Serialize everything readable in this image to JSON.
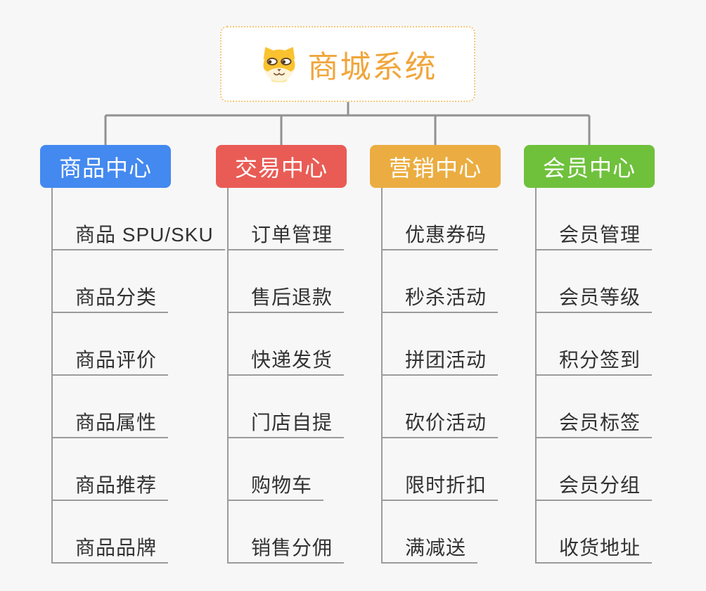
{
  "root": {
    "title": "商城系统",
    "icon": "dog-face-icon"
  },
  "branches": [
    {
      "label": "商品中心",
      "color": "#4389f0",
      "children": [
        "商品 SPU/SKU",
        "商品分类",
        "商品评价",
        "商品属性",
        "商品推荐",
        "商品品牌"
      ]
    },
    {
      "label": "交易中心",
      "color": "#e95c55",
      "children": [
        "订单管理",
        "售后退款",
        "快递发货",
        "门店自提",
        "购物车",
        "销售分佣"
      ]
    },
    {
      "label": "营销中心",
      "color": "#ebad41",
      "children": [
        "优惠券码",
        "秒杀活动",
        "拼团活动",
        "砍价活动",
        "限时折扣",
        "满减送"
      ]
    },
    {
      "label": "会员中心",
      "color": "#6fc13c",
      "children": [
        "会员管理",
        "会员等级",
        "积分签到",
        "会员标签",
        "会员分组",
        "收货地址"
      ]
    }
  ],
  "colors": {
    "background": "#f7f7f7",
    "root_border": "#f3c87d",
    "root_title": "#f0a63c",
    "connector": "#919191",
    "leaf_line": "#9b9b9b",
    "leaf_text": "#323232"
  }
}
